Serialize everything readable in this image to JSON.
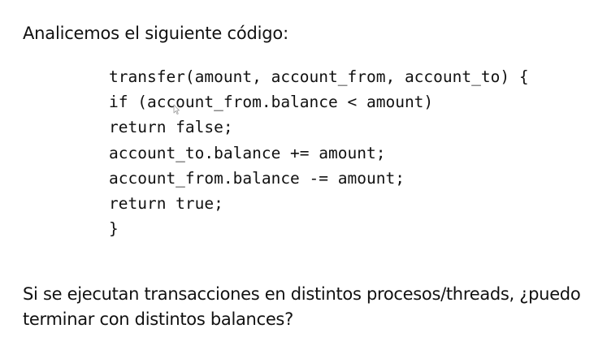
{
  "intro": {
    "text": "Analicemos el siguiente código:"
  },
  "code": {
    "lines": [
      "transfer(amount, account_from, account_to) {",
      "if (account_from.balance < amount)",
      "return false;",
      "account_to.balance += amount;",
      "account_from.balance -= amount;",
      "return true;",
      "}"
    ]
  },
  "question": {
    "lines": [
      "Si se ejecutan transacciones en distintos procesos/threads, ¿puedo",
      "terminar con distintos balances?"
    ]
  },
  "icons": {
    "cursor": "mouse-pointer-icon"
  }
}
